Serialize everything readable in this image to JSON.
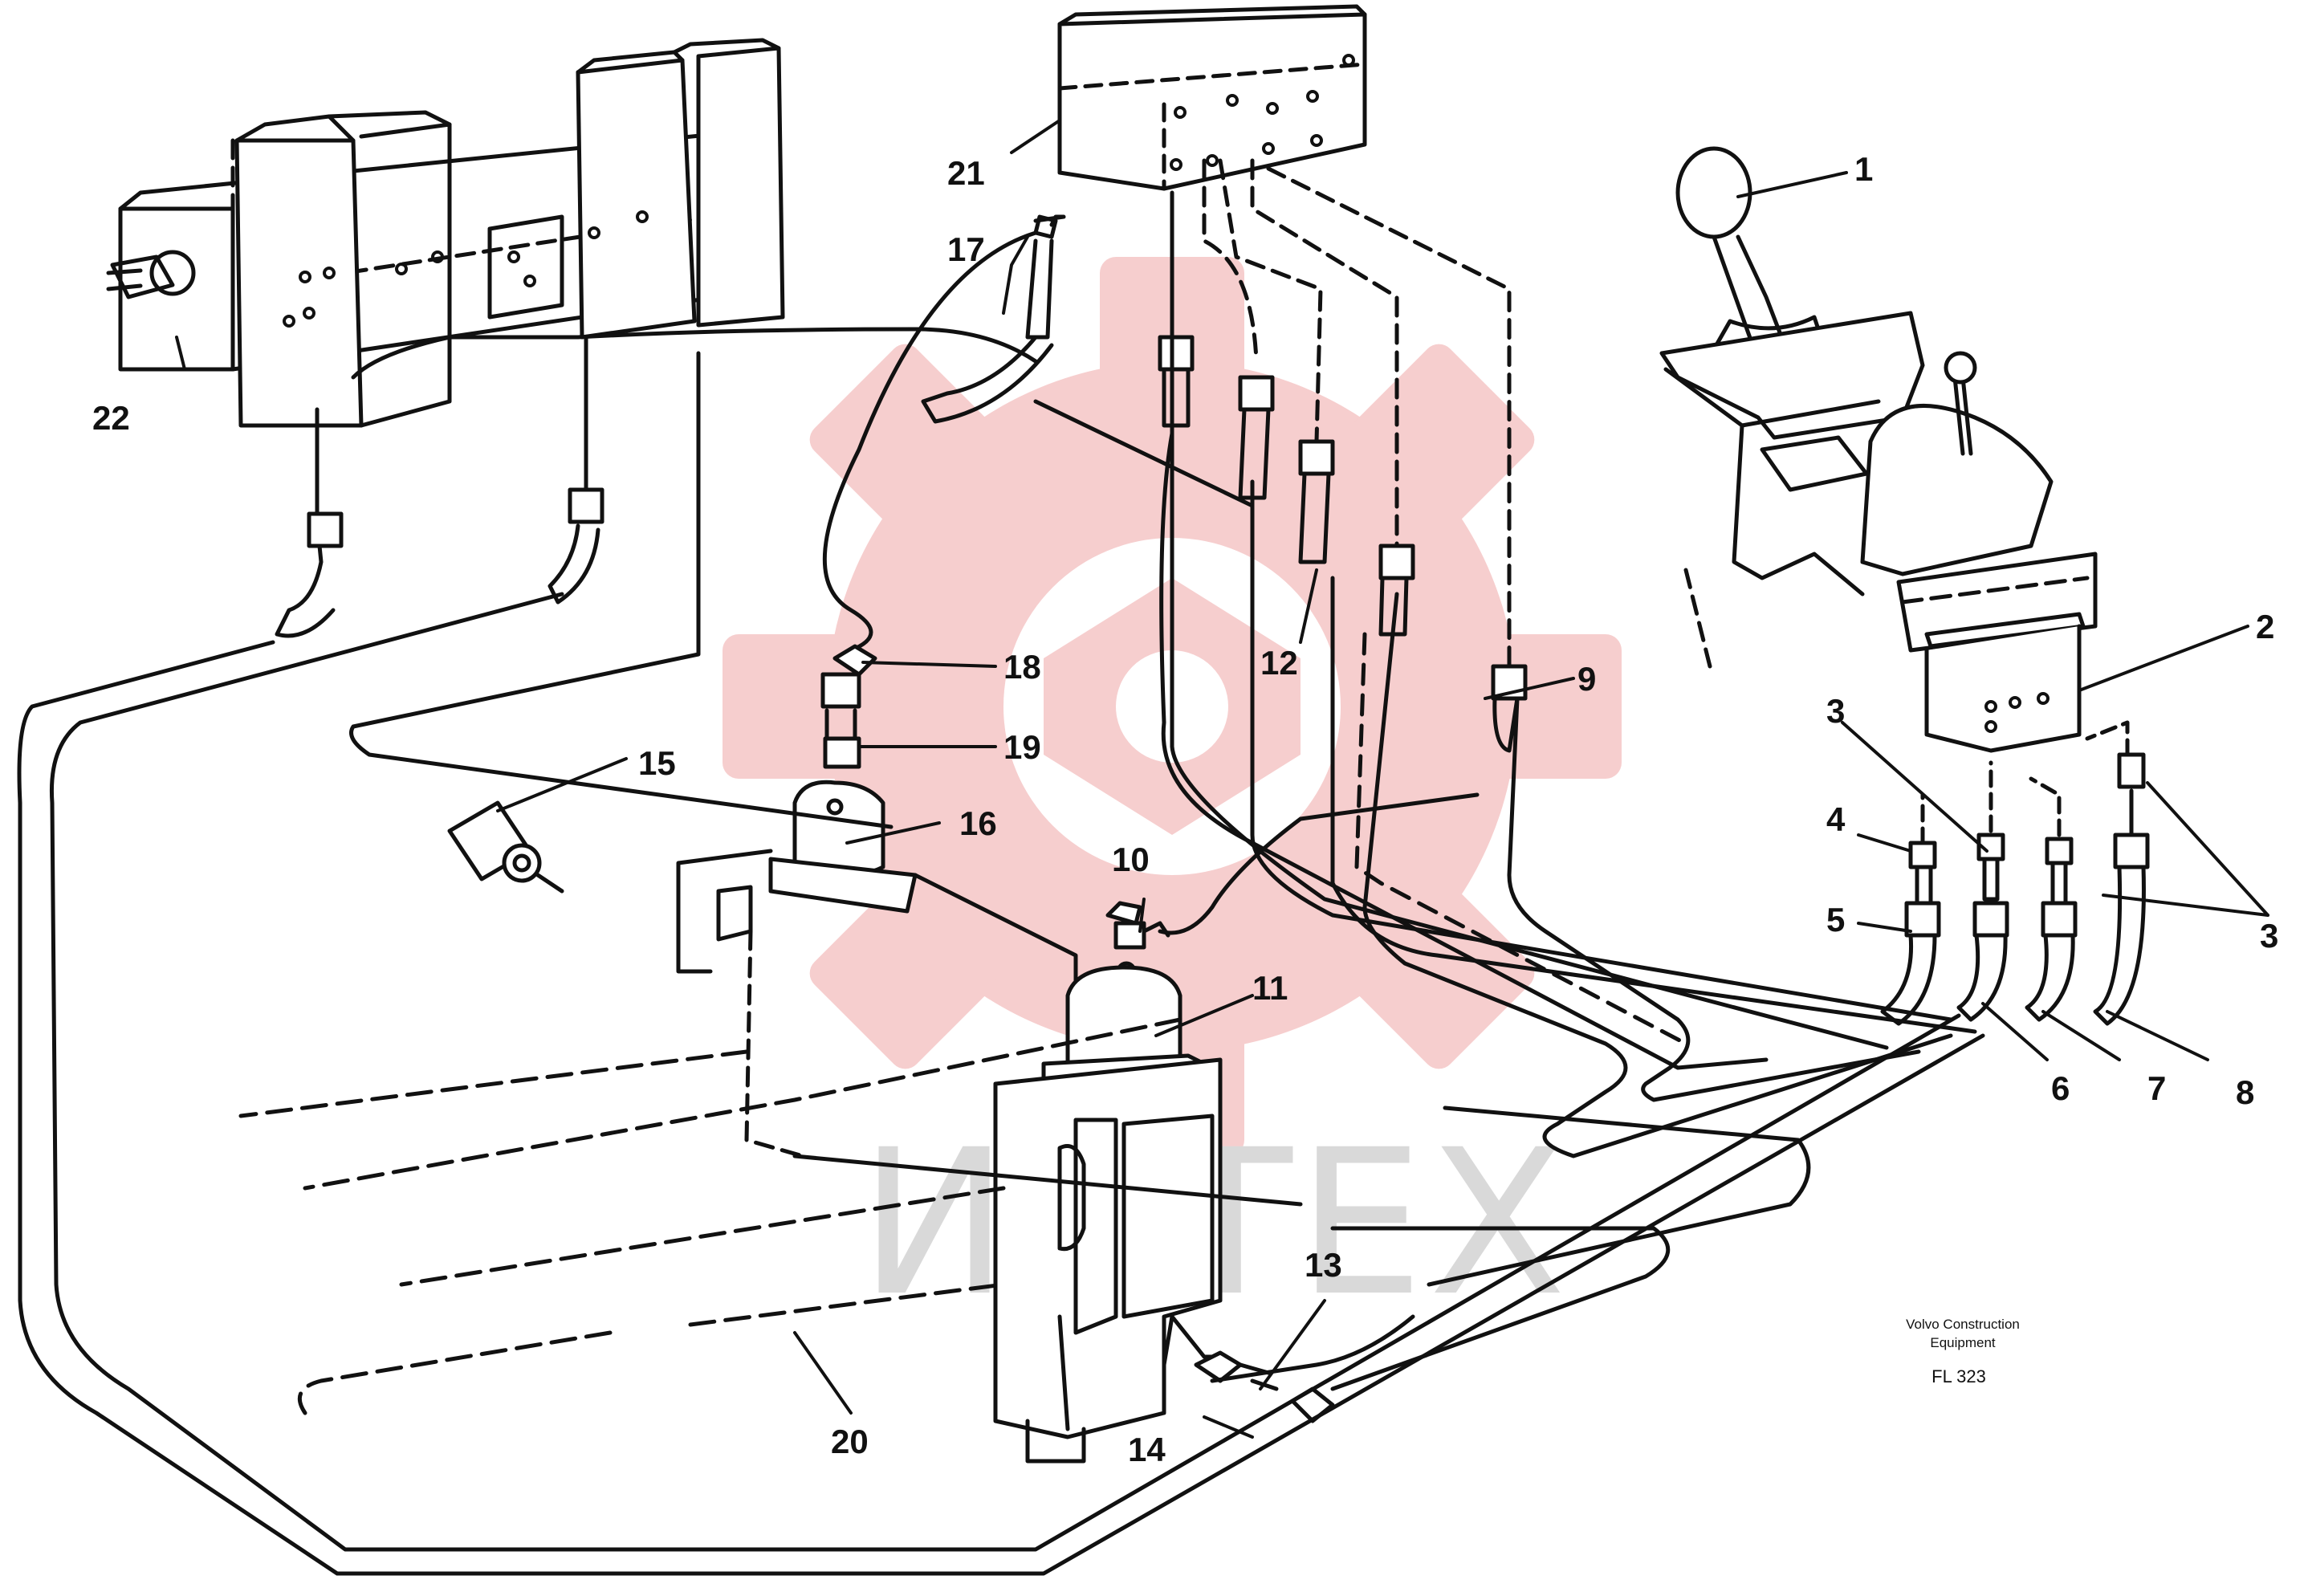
{
  "colors": {
    "ink": "#111111",
    "watermark_gear": "#f6c9c9",
    "watermark_text": "#d9d9d9",
    "background": "#ffffff"
  },
  "watermark": {
    "text": "ИНТЕХ",
    "icon": "gear-logo"
  },
  "credit": {
    "line1": "Volvo Construction",
    "line2": "Equipment",
    "code": "FL 323"
  },
  "callouts": [
    "1",
    "2",
    "3",
    "3",
    "3",
    "4",
    "5",
    "6",
    "7",
    "8",
    "9",
    "10",
    "11",
    "12",
    "13",
    "14",
    "15",
    "16",
    "17",
    "18",
    "19",
    "20",
    "21",
    "22"
  ]
}
